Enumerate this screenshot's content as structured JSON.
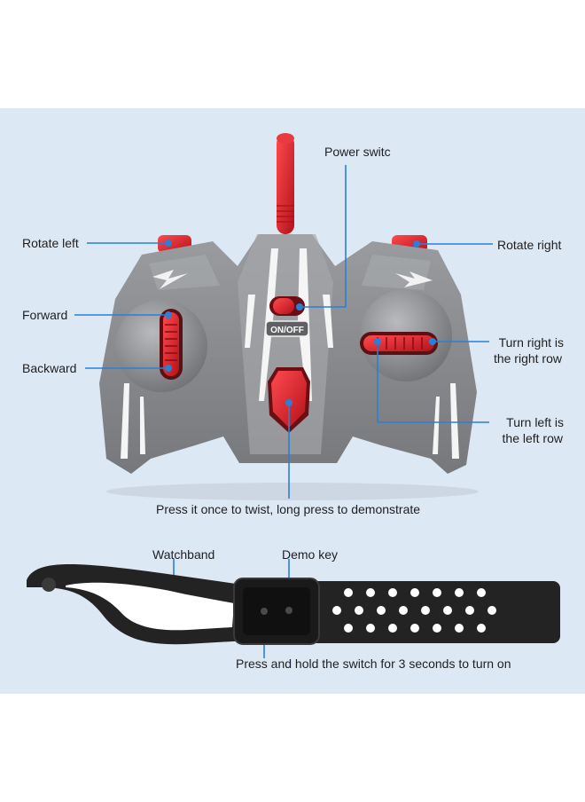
{
  "labels": {
    "power_switch": "Power switc",
    "rotate_left": "Rotate left",
    "rotate_right": "Rotate right",
    "forward": "Forward",
    "backward": "Backward",
    "turn_right_line1": "Turn right is",
    "turn_right_line2": "the right row",
    "turn_left_line1": "Turn left is",
    "turn_left_line2": "the left row",
    "press_twist": "Press it once to twist, long press to demonstrate",
    "watchband": "Watchband",
    "demo_key": "Demo key",
    "press_hold": "Press and hold the switch for 3 seconds to turn on"
  },
  "controller": {
    "on_off_text": "ON/OFF"
  },
  "colors": {
    "background_panel": "#dde8f5",
    "pointer_line": "#2b7fd6",
    "controller_body": "#8a8c8f",
    "button_red": "#e2272f",
    "band_black": "#232323"
  }
}
